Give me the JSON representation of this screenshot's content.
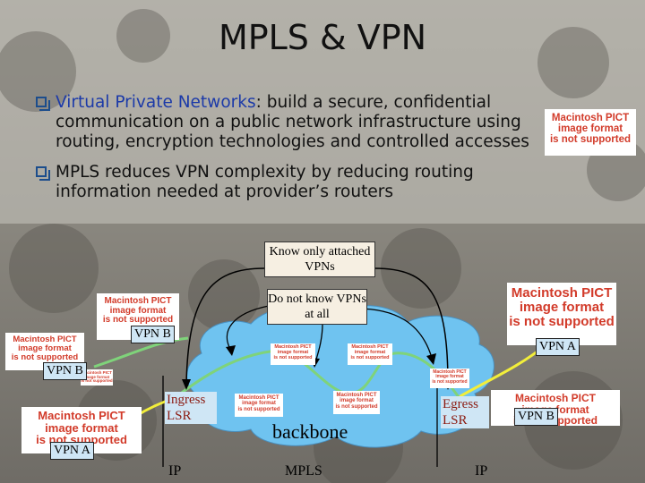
{
  "title": "MPLS & VPN",
  "bullets": [
    {
      "highlight": "Virtual Private Networks",
      "text": ": build a secure, confidential communication on a public network infrastructure using routing, encryption technologies and controlled accesses"
    },
    {
      "highlight": "",
      "text": "MPLS reduces VPN complexity by reducing routing information needed at provider’s routers"
    }
  ],
  "notes": {
    "know_only": "Know only attached VPNs",
    "do_not_know": "Do not know VPNs at all"
  },
  "vpn_tags": {
    "vpn_b_upper_left": "VPN B",
    "vpn_b_left": "VPN B",
    "vpn_a_left": "VPN A",
    "vpn_a_right": "VPN A",
    "vpn_b_right": "VPN B"
  },
  "lsr": {
    "ingress": "Ingress LSR",
    "egress": "Egress LSR"
  },
  "backbone_label": "backbone",
  "bottom_labels": {
    "left_ip": "IP",
    "mpls": "MPLS",
    "right_ip": "IP"
  },
  "pict_placeholder": {
    "line1": "Macintosh PICT",
    "line2": "image format",
    "line3": "is not supported"
  },
  "colors": {
    "title_text": "#111111",
    "highlight": "#1c3aa8",
    "cloud": "#6fc3f0",
    "ip_path": "#f2ee3a",
    "mpls_path": "#7fd37a",
    "pict_text": "#d23b2a",
    "tag_fill": "#cfe6f5",
    "note_fill": "#f6efe2"
  }
}
